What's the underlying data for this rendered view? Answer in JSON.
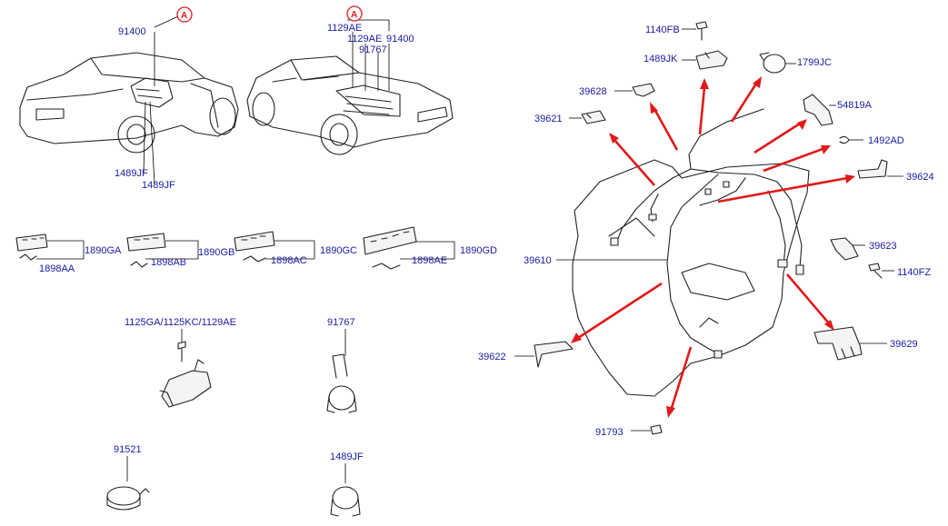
{
  "reference_marker": "A",
  "labels": {
    "car1_top": "91400",
    "car1_bot1": "1489JF",
    "car1_bot2": "1489JF",
    "car2_a": "1129AE",
    "car2_b": "1129AE",
    "car2_c": "91767",
    "car2_d": "91400",
    "conn1_top": "1890GA",
    "conn1_bot": "1898AA",
    "conn2_top": "1890GB",
    "conn2_bot": "1898AB",
    "conn3_top": "1890GC",
    "conn3_bot": "1898AC",
    "conn4_top": "1890GD",
    "conn4_bot": "1898AE",
    "bracket_bolts": "1125GA/1125KC/1129AE",
    "clip_91767": "91767",
    "clamp_91521": "91521",
    "clip_1489jf": "1489JF",
    "r_1140fb": "1140FB",
    "r_1489jk": "1489JK",
    "r_1799jc": "1799JC",
    "r_39628": "39628",
    "r_54819a": "54819A",
    "r_39621": "39621",
    "r_1492ad": "1492AD",
    "r_39624": "39624",
    "r_39623": "39623",
    "r_39610": "39610",
    "r_1140fz": "1140FZ",
    "r_39622": "39622",
    "r_39629": "39629",
    "r_91793": "91793"
  },
  "colors": {
    "label": "#1a1aa6",
    "arrow": "#e0191a",
    "line": "#000000"
  }
}
